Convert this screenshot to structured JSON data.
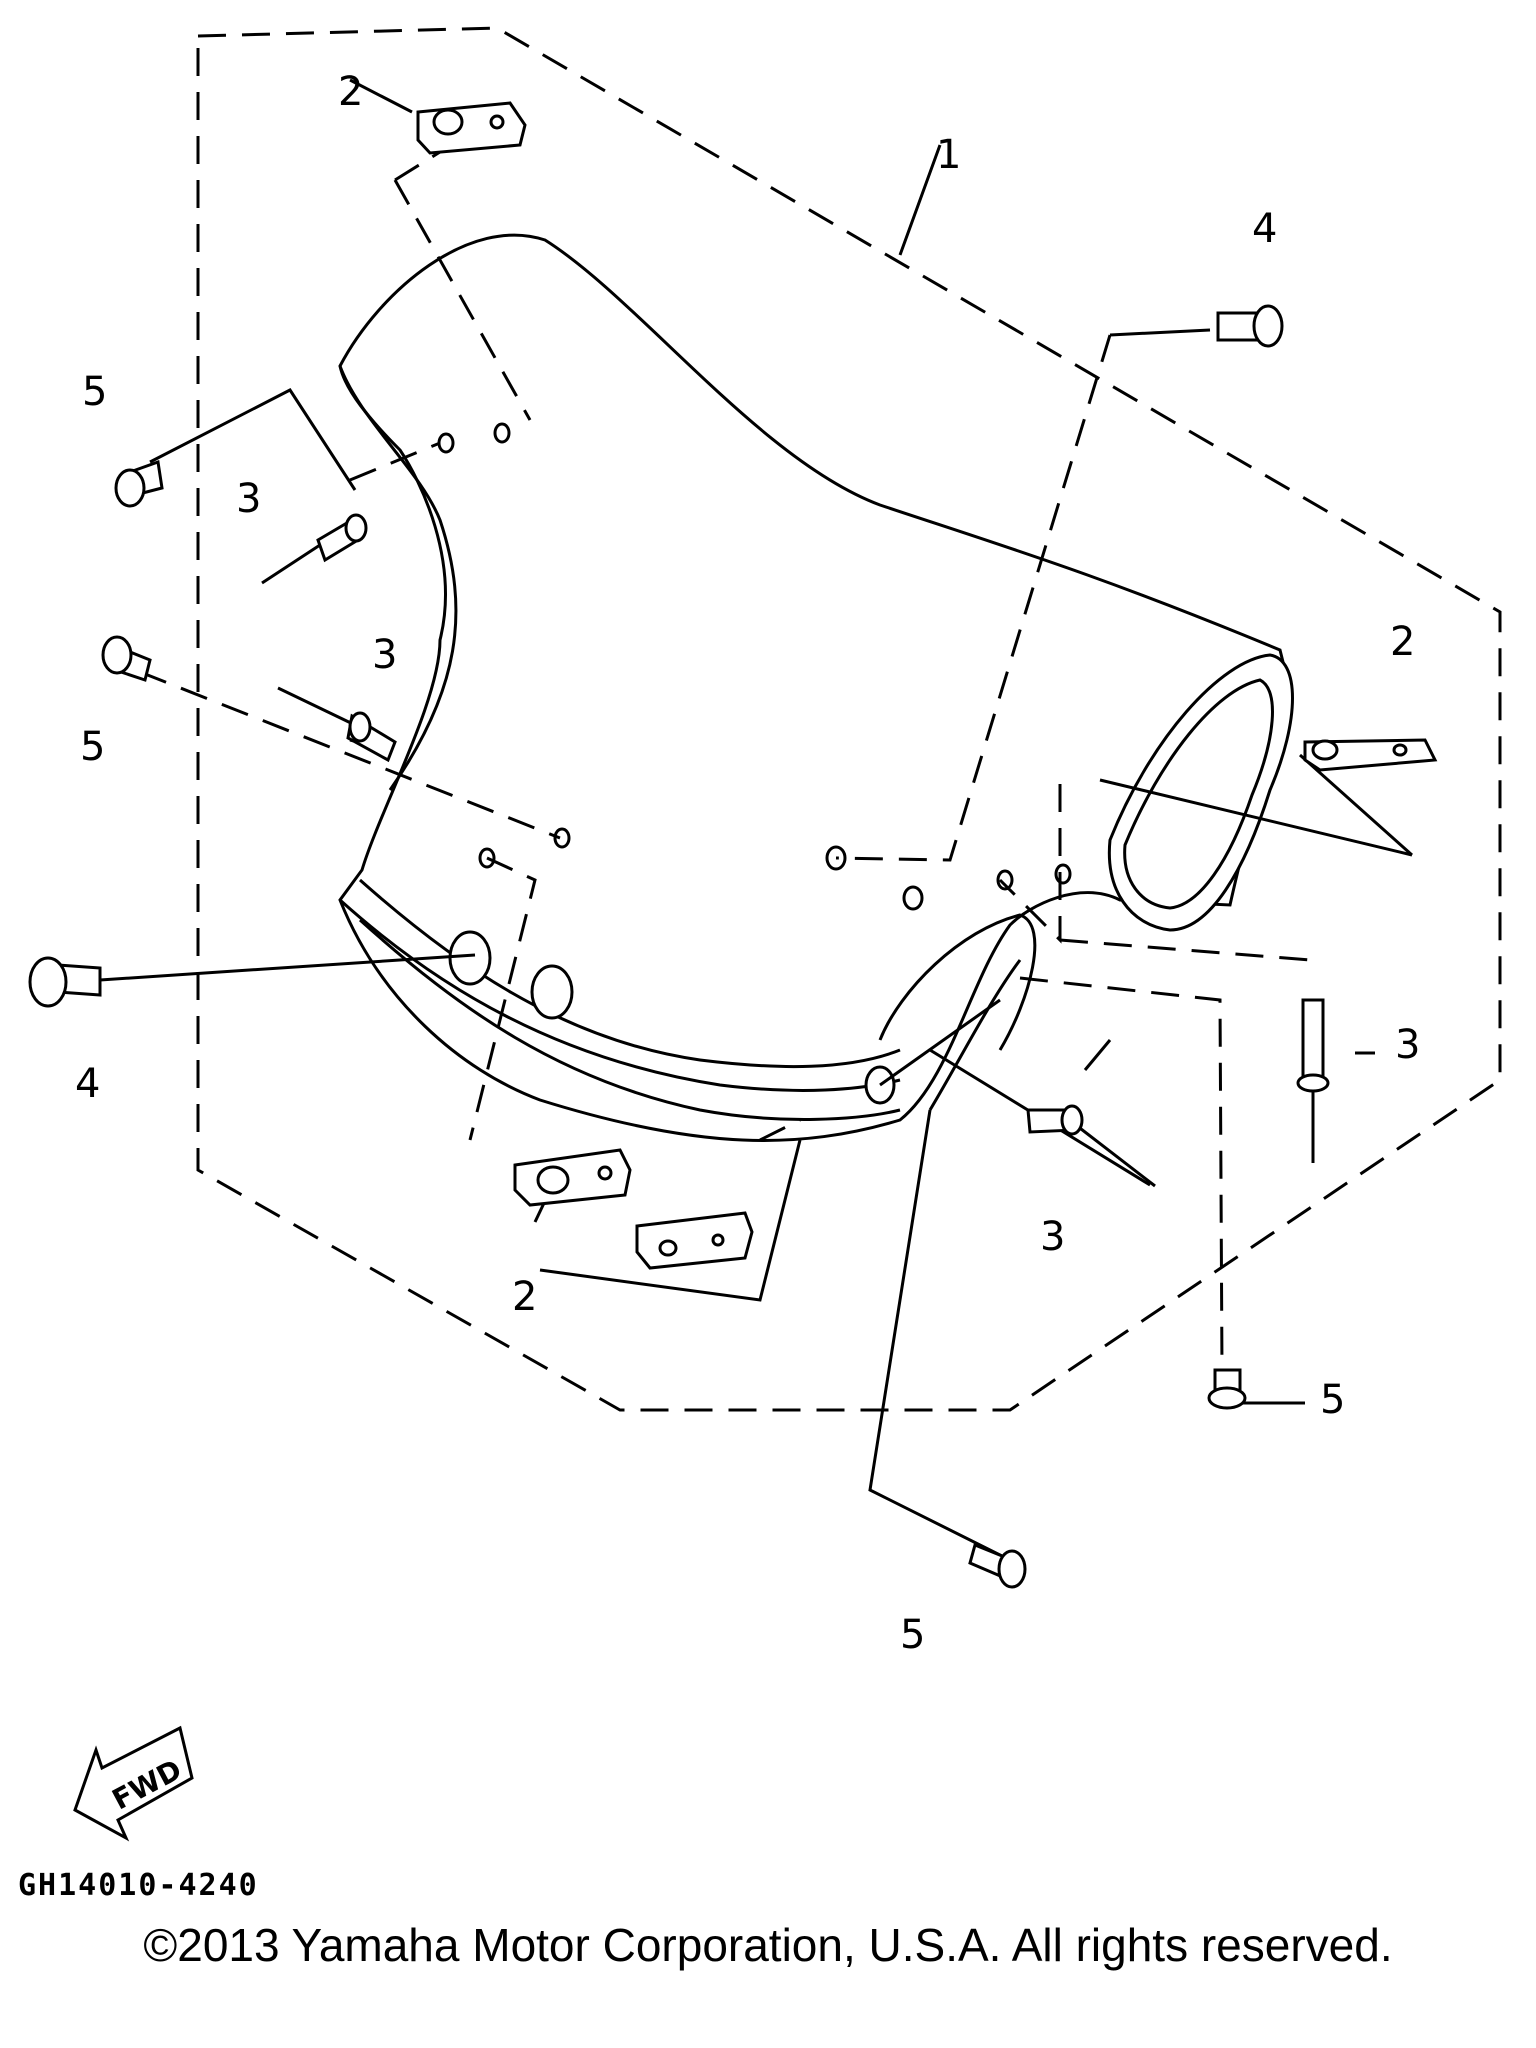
{
  "callouts": {
    "c1": "1",
    "c2a": "2",
    "c2b": "2",
    "c2c": "2",
    "c3a": "3",
    "c3b": "3",
    "c3c": "3",
    "c3d": "3",
    "c4a": "4",
    "c4b": "4",
    "c5a": "5",
    "c5b": "5",
    "c5c": "5",
    "c5d": "5"
  },
  "direction_label": "FWD",
  "diagram_code": "GH14010-4240",
  "copyright": "©2013 Yamaha Motor Corporation, U.S.A. All rights reserved."
}
